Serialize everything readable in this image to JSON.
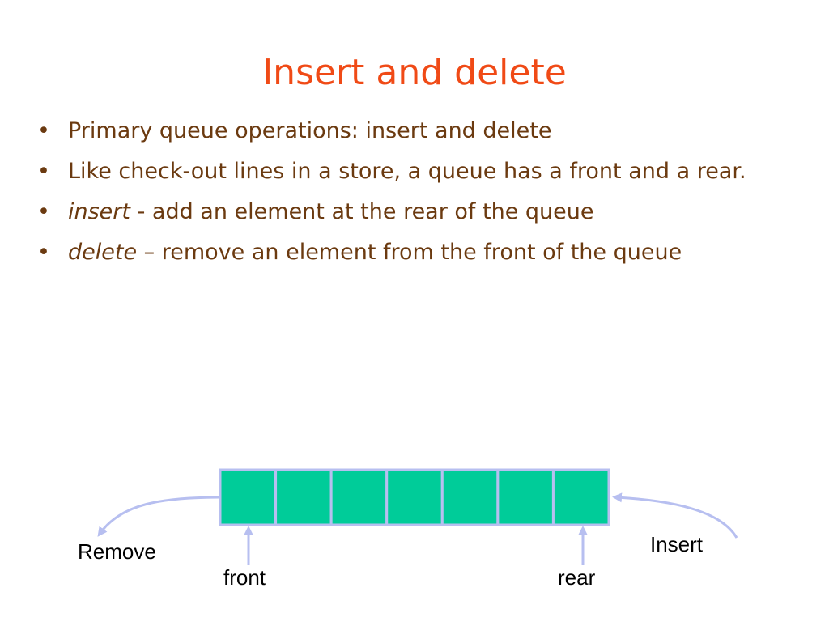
{
  "slide": {
    "title": "Insert and delete",
    "bullets": [
      {
        "term": "",
        "text": "Primary queue operations: insert and delete"
      },
      {
        "term": "",
        "text": "Like check-out lines in a store, a queue has a front and a rear."
      },
      {
        "term": "insert",
        "text": " - add an element at the rear of the queue"
      },
      {
        "term": "delete",
        "text": " – remove an element from the front of the queue"
      }
    ],
    "bullet_glyph": "•"
  },
  "diagram": {
    "cell_count": 7,
    "labels": {
      "remove": "Remove",
      "insert": "Insert",
      "front": "front",
      "rear": "rear"
    },
    "colors": {
      "cell_fill": "#00cc99",
      "cell_border": "#b7bff0",
      "arrow": "#b7bff0",
      "title": "#f04a16",
      "body_text": "#6b3a10"
    }
  }
}
